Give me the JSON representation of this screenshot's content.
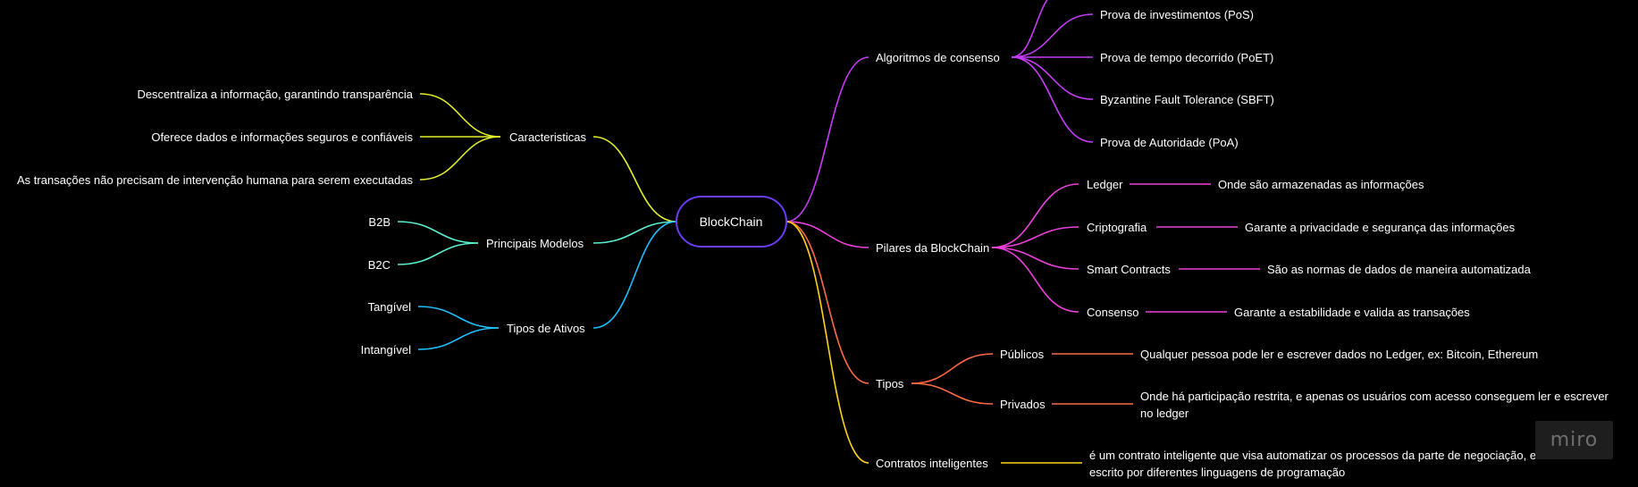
{
  "root": {
    "label": "BlockChain"
  },
  "colors": {
    "root_border": "#6a3cf2",
    "caracteristicas": "#e2ee2a",
    "modelos": "#5cf0d2",
    "ativos": "#1fc0ff",
    "algoritmos": "#c63cf7",
    "pilares": "#ec40dd",
    "tipos": "#ff6a45",
    "contratos": "#ffd21a",
    "text": "#ffffff"
  },
  "left": {
    "caracteristicas": {
      "label": "Caracteristicas",
      "children": [
        "Descentraliza a informação, garantindo transparência",
        "Oferece dados e informações seguros e confiáveis",
        "As transações não precisam de intervenção humana para serem executadas"
      ]
    },
    "modelos": {
      "label": "Principais Modelos",
      "children": [
        "B2B",
        "B2C"
      ]
    },
    "ativos": {
      "label": "Tipos de Ativos",
      "children": [
        "Tangível",
        "Intangível"
      ]
    }
  },
  "right": {
    "algoritmos": {
      "label": "Algoritmos de consenso",
      "children": [
        "Prova de investimentos (PoS)",
        "Prova de tempo decorrido (PoET)",
        "Byzantine Fault Tolerance (SBFT)",
        "Prova de Autoridade (PoA)"
      ]
    },
    "pilares": {
      "label": "Pilares da BlockChain",
      "children": [
        {
          "label": "Ledger",
          "detail": "Onde são armazenadas as informações"
        },
        {
          "label": "Criptografia",
          "detail": "Garante a privacidade e segurança das informações"
        },
        {
          "label": "Smart Contracts",
          "detail": "São as normas de dados de maneira automatizada"
        },
        {
          "label": "Consenso",
          "detail": "Garante a estabilidade e valida as transações"
        }
      ]
    },
    "tipos": {
      "label": "Tipos",
      "children": [
        {
          "label": "Públicos",
          "detail": [
            "Qualquer pessoa pode ler e escrever dados no Ledger, ex: Bitcoin, Ethereum"
          ]
        },
        {
          "label": "Privados",
          "detail": [
            "Onde há participação restrita, e apenas os usuários com acesso conseguem ler e escrever",
            "no ledger"
          ]
        }
      ]
    },
    "contratos": {
      "label": "Contratos inteligentes",
      "detail": [
        "é um contrato inteligente que visa automatizar os processos da parte de negociação, ele é",
        "escrito por diferentes linguagens de programação"
      ]
    }
  },
  "watermark": "miro"
}
